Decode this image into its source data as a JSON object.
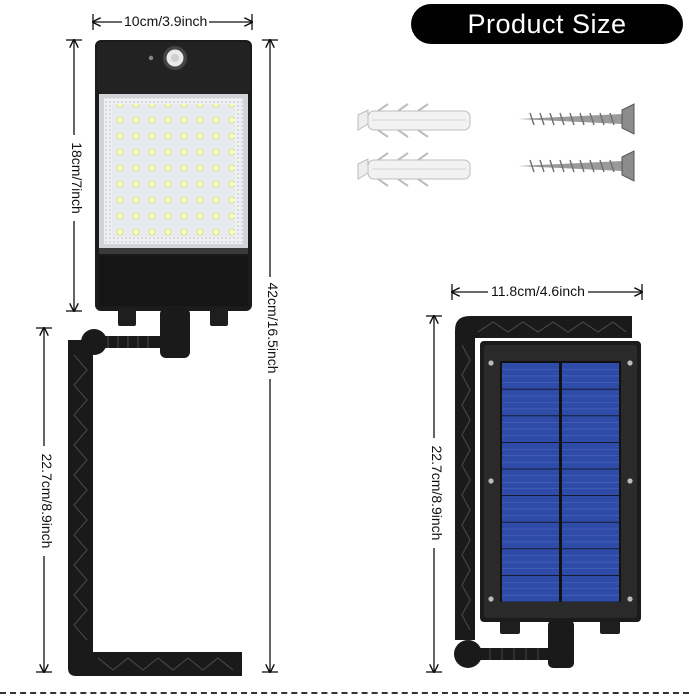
{
  "header": {
    "title": "Product Size"
  },
  "lamp": {
    "width_label": "10cm/3.9inch",
    "head_height_label": "18cm/7inch",
    "total_height_label": "42cm/16.5inch",
    "bracket_height_label": "22.7cm/8.9inch"
  },
  "panel": {
    "width_label": "11.8cm/4.6inch",
    "height_label": "22.7cm/8.9inch"
  },
  "colors": {
    "body": "#1a1a1a",
    "panel_cell": "#2f4ba8",
    "led_bg": "#e9ecef",
    "led": "#f4ff9a"
  }
}
